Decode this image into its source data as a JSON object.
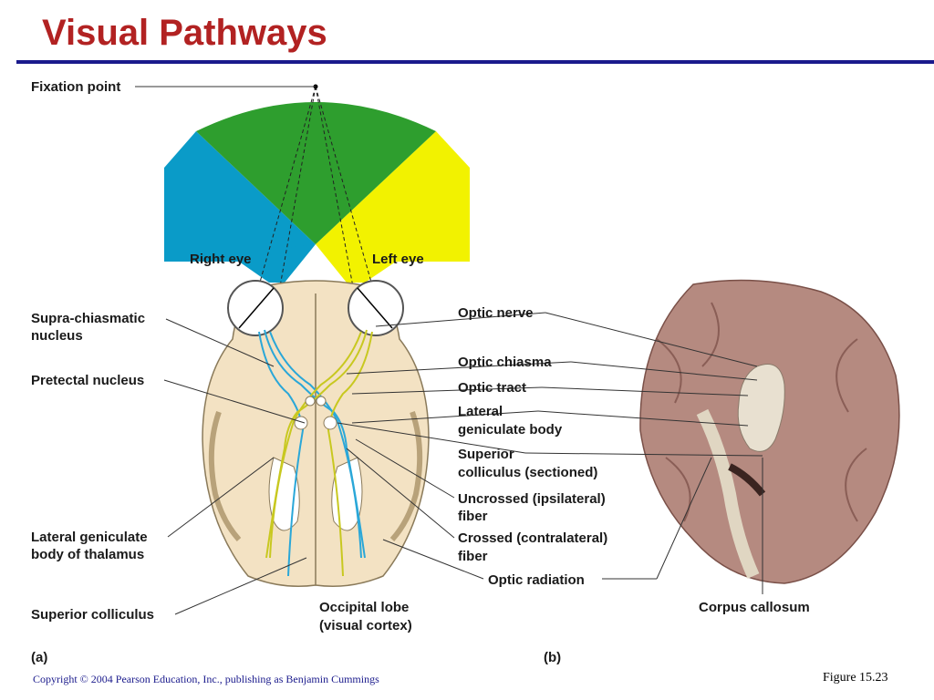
{
  "title": "Visual Pathways",
  "panel_a_label": "(a)",
  "panel_b_label": "(b)",
  "labels": {
    "fixation_point": "Fixation point",
    "right_eye": "Right eye",
    "left_eye": "Left eye",
    "supra_line1": "Supra-chiasmatic",
    "supra_line2": "nucleus",
    "pretectal": "Pretectal nucleus",
    "lgb_thal_line1": "Lateral geniculate",
    "lgb_thal_line2": "body of thalamus",
    "sup_colliculus": "Superior colliculus",
    "optic_nerve": "Optic nerve",
    "optic_chiasma": "Optic chiasma",
    "optic_tract": "Optic tract",
    "lgb_line1": "Lateral",
    "lgb_line2": "geniculate body",
    "sc_sect_line1": "Superior",
    "sc_sect_line2": "colliculus (sectioned)",
    "uncrossed_line1": "Uncrossed (ipsilateral)",
    "uncrossed_line2": "fiber",
    "crossed_line1": "Crossed (contralateral)",
    "crossed_line2": "fiber",
    "optic_radiation": "Optic radiation",
    "occipital_line1": "Occipital lobe",
    "occipital_line2": "(visual cortex)",
    "corpus_callosum": "Corpus callosum"
  },
  "colors": {
    "title": "#b22222",
    "rule": "#1a1a8c",
    "field_right": "#0a9bc8",
    "field_binocular": "#2e9e2e",
    "field_left": "#f2f200",
    "brain": "#f3e2c3",
    "brain_outline": "#8a7a5a",
    "fiber_blue": "#2aa7d8",
    "fiber_yellow": "#c8c820",
    "specimen": "#b58a80"
  },
  "footer": {
    "copyright": "Copyright © 2004 Pearson Education, Inc., publishing as Benjamin Cummings",
    "figure": "Figure 15.23"
  }
}
